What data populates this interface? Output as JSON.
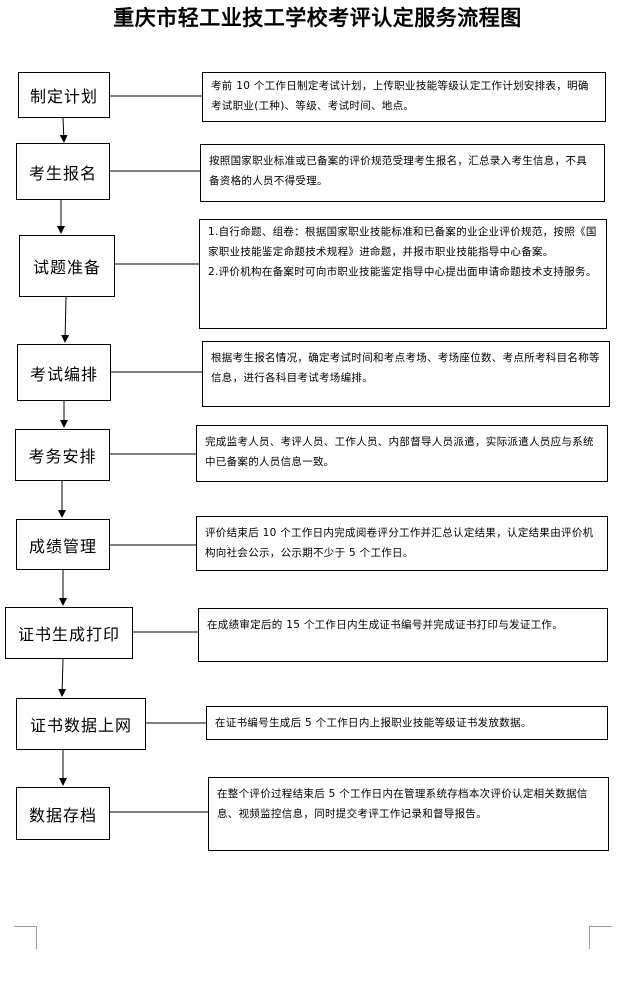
{
  "title": "重庆市轻工业技工学校考评认定服务流程图",
  "steps": [
    {
      "label": "制定计划",
      "desc": [
        "考前 10 个工作日制定考试计划，上传职业技能等级认定工作计划安排表，明确考试职业(工种)、等级、考试时间、地点。"
      ]
    },
    {
      "label": "考生报名",
      "desc": [
        "按照国家职业标准或已备案的评价规范受理考生报名，汇总录入考生信息，不具备资格的人员不得受理。"
      ]
    },
    {
      "label": "试题准备",
      "desc": [
        "1.自行命题、组卷：根据国家职业技能标准和已备案的业企业评价规范，按照《国家职业技能鉴定命题技术规程》进命题，并报市职业技能指导中心备案。",
        "2.评价机构在备案时可向市职业技能鉴定指导中心提出面申请命题技术支持服务。"
      ]
    },
    {
      "label": "考试编排",
      "desc": [
        "根据考生报名情况，确定考试时间和考点考场、考场座位数、考点所考科目名称等信息，进行各科目考试考场编排。"
      ]
    },
    {
      "label": "考务安排",
      "desc": [
        "完成监考人员、考评人员、工作人员、内部督导人员派遣，实际派遣人员应与系统中已备案的人员信息一致。"
      ]
    },
    {
      "label": "成绩管理",
      "desc": [
        "评价结束后 10 个工作日内完成阅卷评分工作并汇总认定结果，认定结果由评价机构向社会公示，公示期不少于 5 个工作日。"
      ]
    },
    {
      "label": "证书生成打印",
      "desc": [
        "在成绩审定后的 15 个工作日内生成证书编号并完成证书打印与发证工作。"
      ]
    },
    {
      "label": "证书数据上网",
      "desc": [
        "在证书编号生成后 5 个工作日内上报职业技能等级证书发放数据。"
      ]
    },
    {
      "label": "数据存档",
      "desc": [
        "在整个评价过程结束后 5 个工作日内在管理系统存档本次评价认定相关数据信息、视频监控信息，同时提交考评工作记录和督导报告。"
      ]
    }
  ]
}
